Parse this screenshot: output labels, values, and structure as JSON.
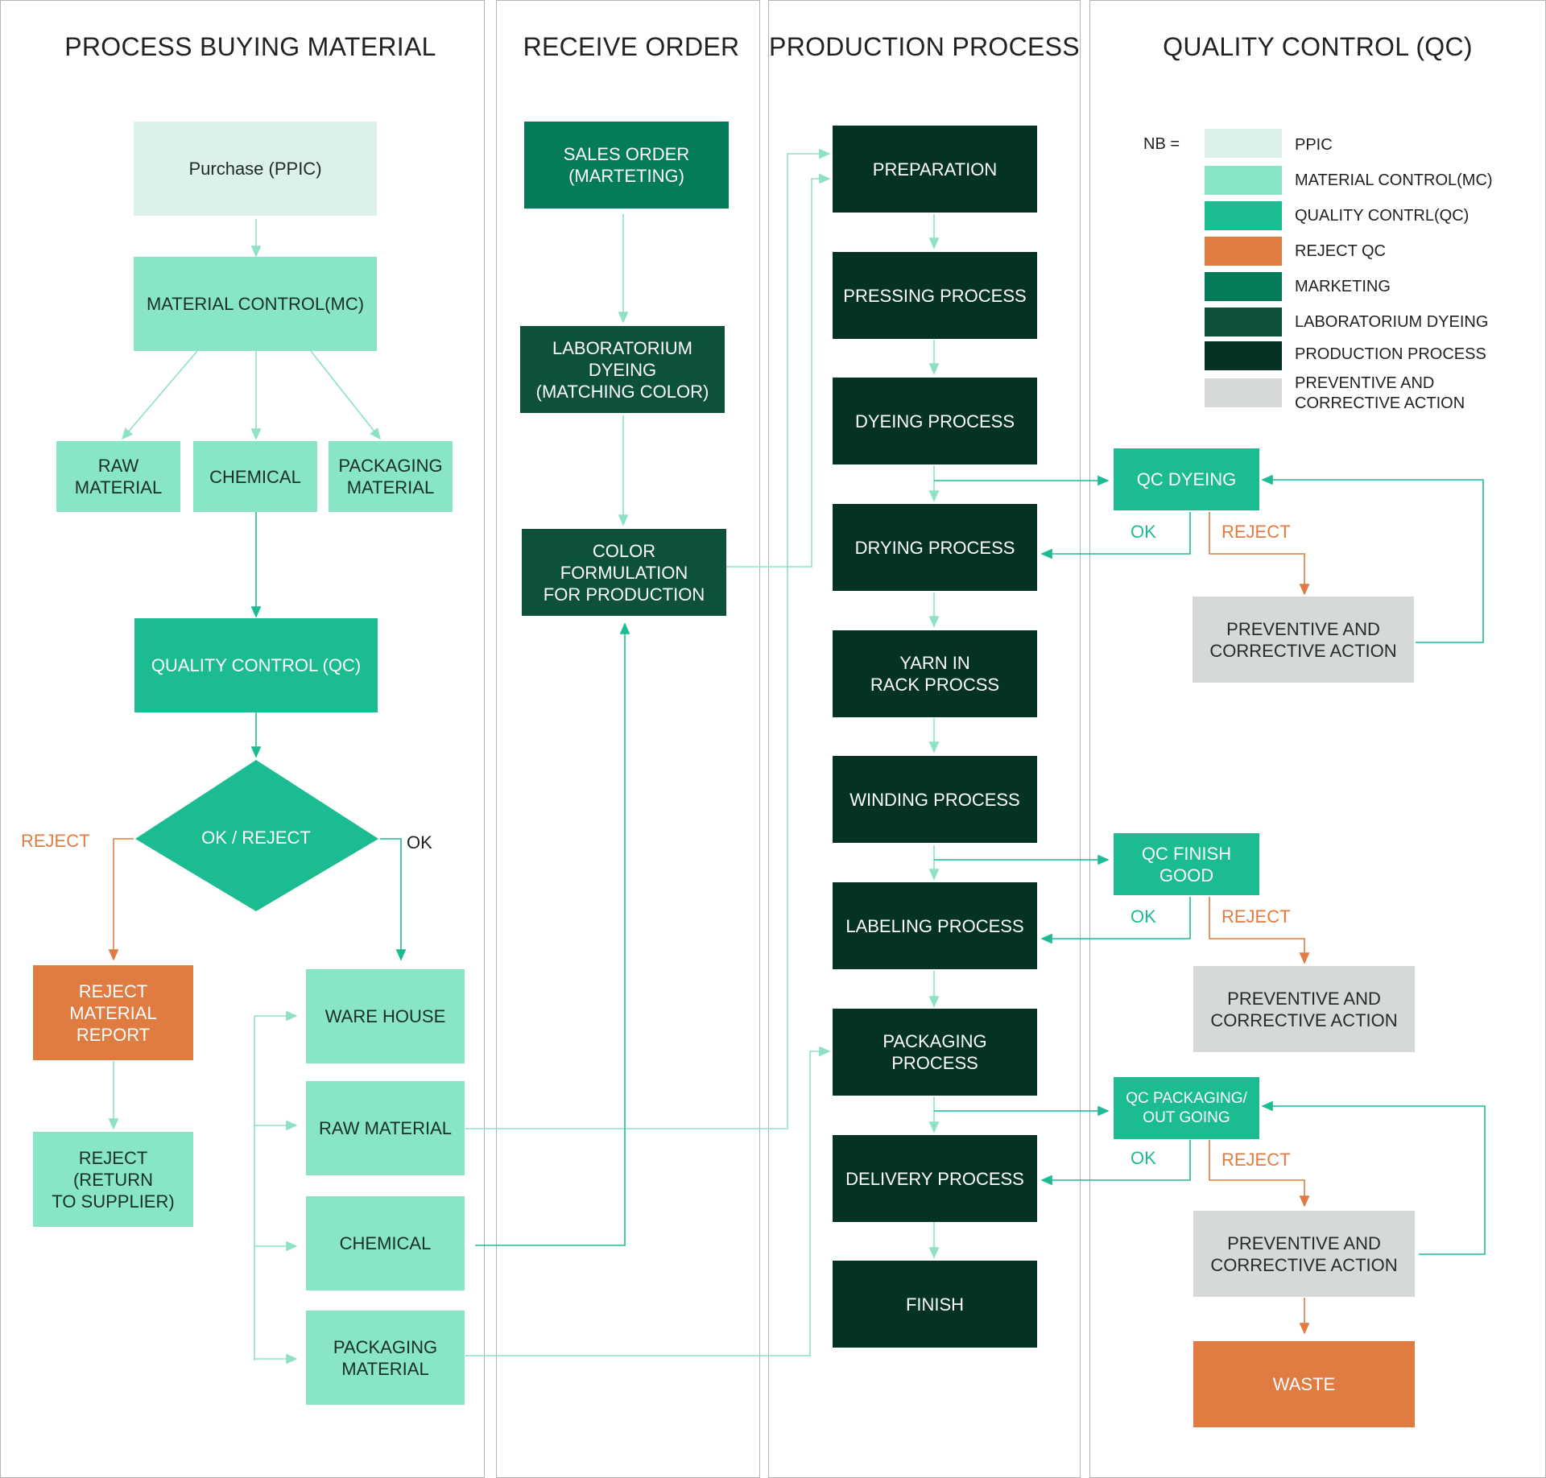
{
  "lanes": {
    "buying": "PROCESS BUYING MATERIAL",
    "order": "RECEIVE ORDER",
    "production": "PRODUCTION PROCESS",
    "qc": "QUALITY CONTROL (QC)"
  },
  "buying": {
    "purchase": "Purchase (PPIC)",
    "material_control": "MATERIAL CONTROL(MC)",
    "raw_material": "RAW\nMATERIAL",
    "chemical": "CHEMICAL",
    "packaging_material": "PACKAGING\nMATERIAL",
    "quality_control": "QUALITY CONTROL (QC)",
    "decision": "OK / REJECT",
    "reject_label": "REJECT",
    "ok_label": "OK",
    "reject_report": "REJECT\nMATERIAL\nREPORT",
    "reject_return": "REJECT\n(RETURN\nTO SUPPLIER)",
    "warehouse": "WARE HOUSE",
    "wh_raw_material": "RAW MATERIAL",
    "wh_chemical": "CHEMICAL",
    "wh_packaging": "PACKAGING\nMATERIAL"
  },
  "order": {
    "sales_order": "SALES ORDER\n(MARTETING)",
    "lab_dyeing": "LABORATORIUM\nDYEING\n(MATCHING COLOR)",
    "color_formulation": "COLOR\nFORMULATION\nFOR PRODUCTION"
  },
  "production": {
    "preparation": "PREPARATION",
    "pressing": "PRESSING PROCESS",
    "dyeing": "DYEING PROCESS",
    "drying": "DRYING PROCESS",
    "yarn_rack": "YARN IN\nRACK PROCSS",
    "winding": "WINDING PROCESS",
    "labeling": "LABELING PROCESS",
    "packaging": "PACKAGING PROCESS",
    "delivery": "DELIVERY PROCESS",
    "finish": "FINISH"
  },
  "qc": {
    "legend_prefix": "NB =",
    "legend": [
      {
        "label": "PPIC",
        "color": "#dbf1ea"
      },
      {
        "label": "MATERIAL CONTROL(MC)",
        "color": "#88e5c8"
      },
      {
        "label": "QUALITY CONTRL(QC)",
        "color": "#1cbc92"
      },
      {
        "label": "REJECT QC",
        "color": "#e07b41"
      },
      {
        "label": "MARKETING",
        "color": "#047b59"
      },
      {
        "label": "LABORATORIUM DYEING",
        "color": "#0c5138"
      },
      {
        "label": "PRODUCTION PROCESS",
        "color": "#043322"
      },
      {
        "label": "PREVENTIVE AND\nCORRECTIVE ACTION",
        "color": "#d5d9d7"
      }
    ],
    "qc_dyeing": "QC DYEING",
    "qc_finish": "QC FINISH\nGOOD",
    "qc_packaging": "QC PACKAGING/\nOUT GOING",
    "pca": "PREVENTIVE AND\nCORRECTIVE ACTION",
    "ok": "OK",
    "reject": "REJECT",
    "waste": "WASTE"
  }
}
